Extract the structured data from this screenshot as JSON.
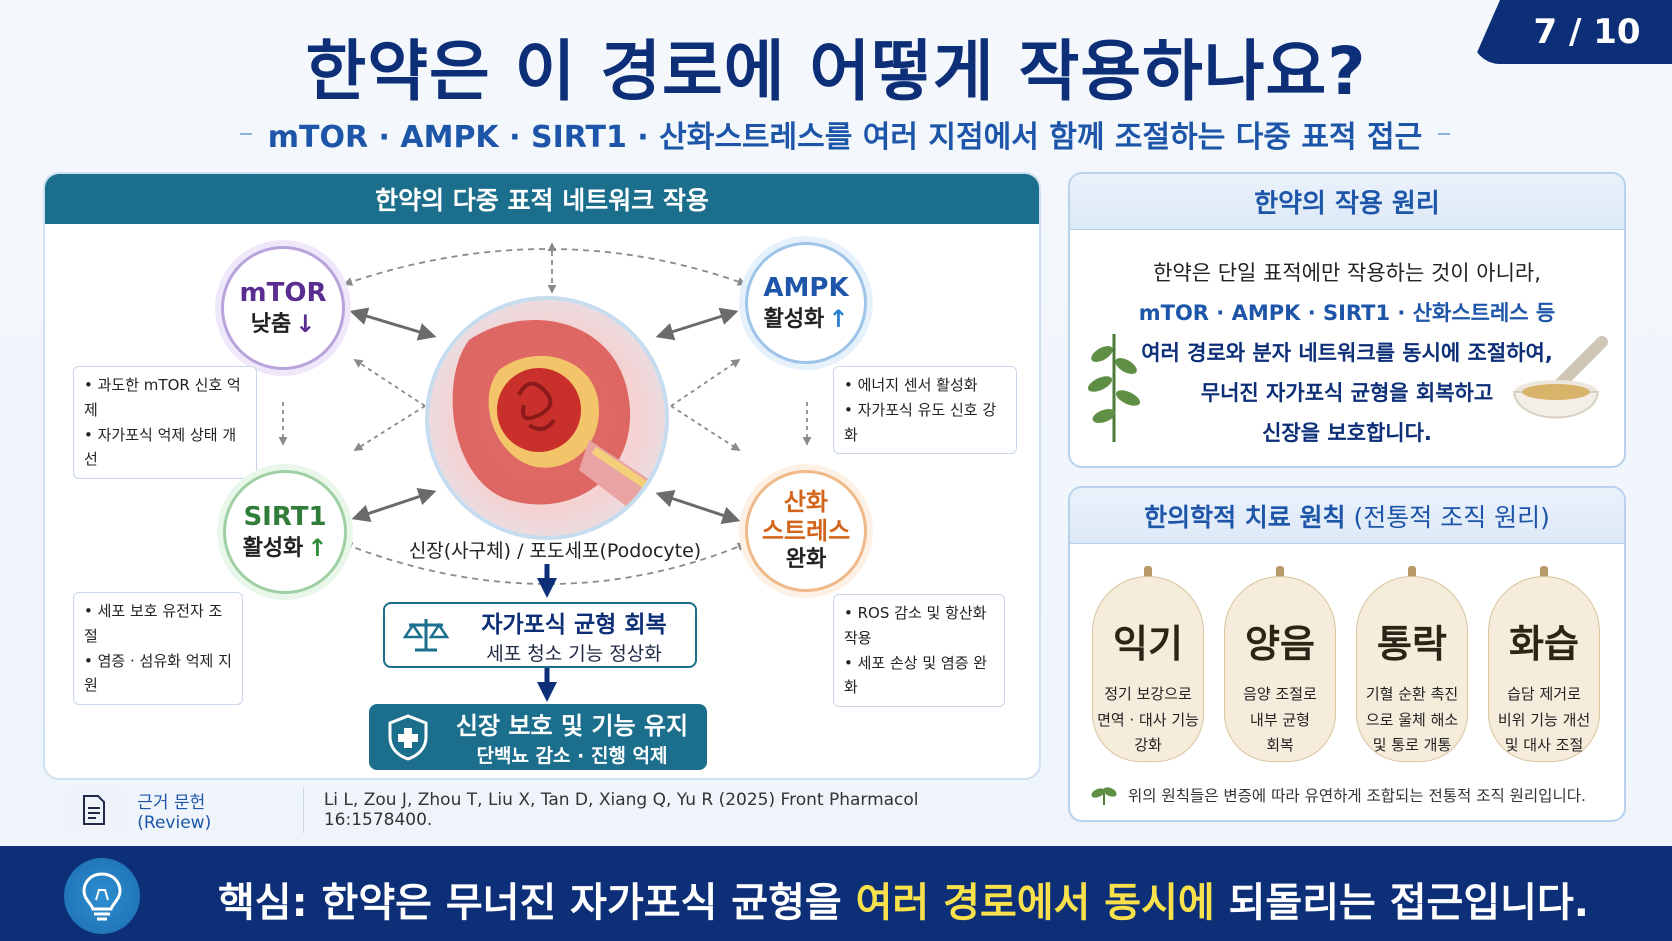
{
  "page_counter": "7 / 10",
  "title": "한약은 이 경로에 어떻게 작용하나요?",
  "subtitle": "mTOR · AMPK · SIRT1 · 산화스트레스를 여러 지점에서 함께 조절하는 다중 표적 접근",
  "network": {
    "header": "한약의 다중 표적 네트워크 작용",
    "mtor": {
      "title": "mTOR",
      "sub": "낮춤",
      "arrow": "↓",
      "bullets": [
        "과도한 mTOR 신호 억제",
        "자가포식 억제 상태 개선"
      ]
    },
    "ampk": {
      "title": "AMPK",
      "sub": "활성화",
      "arrow": "↑",
      "bullets": [
        "에너지 센서 활성화",
        "자가포식 유도 신호 강화"
      ]
    },
    "sirt1": {
      "title": "SIRT1",
      "sub": "활성화",
      "arrow": "↑",
      "bullets": [
        "세포 보호 유전자 조절",
        "염증 · 섬유화 억제 지원"
      ]
    },
    "oxidative": {
      "title_line1": "산화",
      "title_line2": "스트레스",
      "sub": "완화",
      "bullets": [
        "ROS 감소 및 항산화 작용",
        "세포 손상 및 염증 완화"
      ]
    },
    "kidney_label": "신장(사구체) / 포도세포(Podocyte)",
    "autophagy": {
      "title": "자가포식 균형 회복",
      "sub": "세포 청소 기능 정상화"
    },
    "protect": {
      "title": "신장 보호 및 기능 유지",
      "sub": "단백뇨 감소 · 진행 억제"
    }
  },
  "reference": {
    "label": "근거 문헌 (Review)",
    "text": "Li L, Zou J, Zhou T, Liu X, Tan D, Xiang Q, Yu R (2025) Front Pharmacol 16:1578400."
  },
  "principle": {
    "header": "한약의 작용 원리",
    "line1": "한약은 단일 표적에만 작용하는 것이 아니라,",
    "line2": "mTOR · AMPK · SIRT1 · 산화스트레스  등",
    "line3": "여러 경로와 분자 네트워크를 동시에 조절하여,",
    "line4": "무너진 자가포식 균형을 회복하고",
    "line5": "신장을 보호합니다."
  },
  "treatment": {
    "header_bold": "한의학적 치료 원칙",
    "header_paren": "(전통적 조직 원리)",
    "tags": [
      {
        "name": "익기",
        "desc1": "정기 보강으로",
        "desc2": "면역 · 대사 기능",
        "desc3": "강화"
      },
      {
        "name": "양음",
        "desc1": "음양 조절로",
        "desc2": "내부 균형",
        "desc3": "회복"
      },
      {
        "name": "통락",
        "desc1": "기혈 순환 촉진",
        "desc2": "으로 울체 해소",
        "desc3": "및 통로 개통"
      },
      {
        "name": "화습",
        "desc1": "습담 제거로",
        "desc2": "비위 기능 개선",
        "desc3": "및 대사 조절"
      }
    ],
    "footer": "위의 원칙들은 변증에 따라 유연하게 조합되는 전통적 조직 원리입니다."
  },
  "banner": {
    "prefix": "핵심:  한약은 무너진 자가포식 균형을 ",
    "highlight": "여러 경로에서 동시에",
    "suffix": " 되돌리는 접근입니다."
  },
  "colors": {
    "navy": "#0d2f78",
    "teal": "#1b6f8c",
    "blue": "#1d55a8",
    "highlight_yellow": "#f8e14a"
  }
}
